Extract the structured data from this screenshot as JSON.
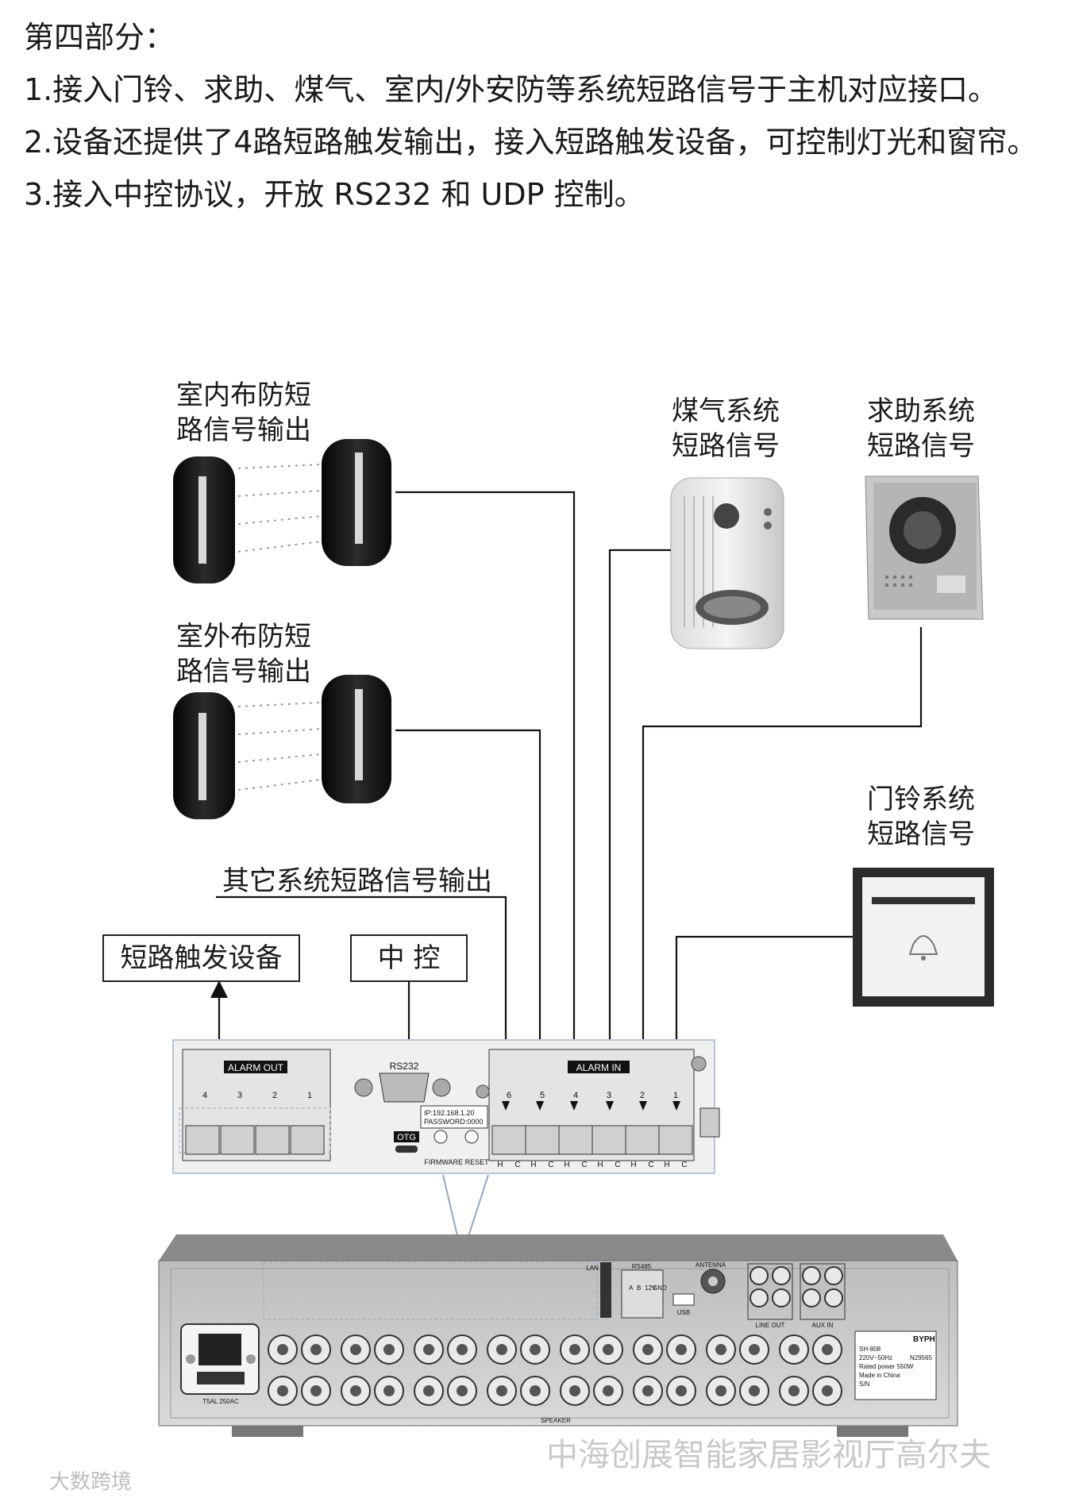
{
  "intro": {
    "heading": "第四部分：",
    "items": [
      "1.接入门铃、求助、煤气、室内/外安防等系统短路信号于主机对应接口。",
      "2.设备还提供了4路短路触发输出，接入短路触发设备，可控制灯光和窗帘。",
      "3.接入中控协议，开放 RS232 和 UDP 控制。"
    ]
  },
  "labels": {
    "indoor": [
      "室内布防短",
      "路信号输出"
    ],
    "outdoor": [
      "室外布防短",
      "路信号输出"
    ],
    "gas": [
      "煤气系统",
      "短路信号"
    ],
    "help": [
      "求助系统",
      "短路信号"
    ],
    "doorbell": [
      "门铃系统",
      "短路信号"
    ],
    "other": "其它系统短路信号输出"
  },
  "boxes": {
    "trigger": "短路触发设备",
    "central": "中  控"
  },
  "panel": {
    "alarm_out": "ALARM OUT",
    "alarm_in": "ALARM IN",
    "rs232": "RS232",
    "ip": "IP:192.168.1.20",
    "password": "PASSWORD:0000",
    "otg": "OTG",
    "firmware": "FIRMWARE RESET",
    "out_nums": [
      "4",
      "3",
      "2",
      "1"
    ],
    "in_nums": [
      "6",
      "5",
      "4",
      "3",
      "2",
      "1"
    ],
    "hc": [
      "H",
      "C",
      "H",
      "C",
      "H",
      "C",
      "H",
      "C",
      "H",
      "C",
      "H",
      "C"
    ]
  },
  "unit": {
    "speaker": "SPEAKER",
    "fuse": "T5AL 250AC",
    "antenna": "ANTENNA",
    "usb": "USB",
    "rs485": "RS485",
    "v12": "12V",
    "gnd": "GND",
    "a": "A",
    "b": "B",
    "lan": "LAN",
    "line_out": "LINE OUT",
    "aux_in": "AUX IN",
    "model_brand": "BYPH",
    "spec_lines": [
      "SH-808",
      "220V~50Hz",
      "Rated power 550W",
      "Made in China",
      "S/N"
    ],
    "spec_code": "N29565"
  },
  "watermark": {
    "main": "中海创展智能家居影视厅高尔夫",
    "corner": "大数跨境"
  }
}
